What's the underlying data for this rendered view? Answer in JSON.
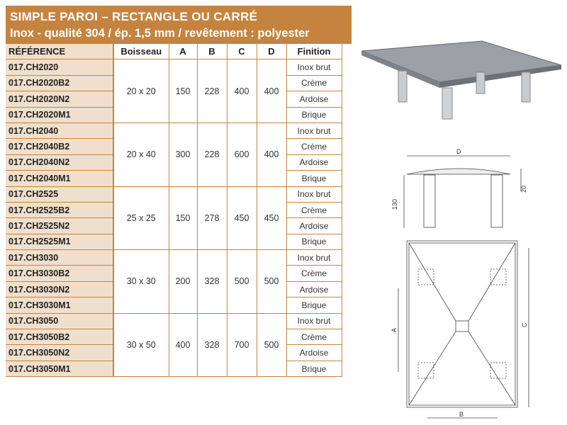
{
  "header": {
    "title": "SIMPLE PAROI – RECTANGLE OU CARRÉ",
    "subtitle": "Inox - qualité 304 / ép. 1,5 mm / revêtement : polyester"
  },
  "columns": [
    "RÉFÉRENCE",
    "Boisseau",
    "A",
    "B",
    "C",
    "D",
    "Finition"
  ],
  "groups": [
    {
      "refs": [
        "017.CH2020",
        "017.CH2020B2",
        "017.CH2020N2",
        "017.CH2020M1"
      ],
      "boisseau": "20 x 20",
      "A": "150",
      "B": "228",
      "C": "400",
      "D": "400"
    },
    {
      "refs": [
        "017.CH2040",
        "017.CH2040B2",
        "017.CH2040N2",
        "017.CH2040M1"
      ],
      "boisseau": "20 x 40",
      "A": "300",
      "B": "228",
      "C": "600",
      "D": "400"
    },
    {
      "refs": [
        "017.CH2525",
        "017.CH2525B2",
        "017.CH2525N2",
        "017.CH2525M1"
      ],
      "boisseau": "25 x 25",
      "A": "150",
      "B": "278",
      "C": "450",
      "D": "450"
    },
    {
      "refs": [
        "017.CH3030",
        "017.CH3030B2",
        "017.CH3030N2",
        "017.CH3030M1"
      ],
      "boisseau": "30 x 30",
      "A": "200",
      "B": "328",
      "C": "500",
      "D": "500"
    },
    {
      "refs": [
        "017.CH3050",
        "017.CH3050B2",
        "017.CH3050N2",
        "017.CH3050M1"
      ],
      "boisseau": "30 x 50",
      "A": "400",
      "B": "328",
      "C": "700",
      "D": "500"
    }
  ],
  "finitions": [
    "Inox brut",
    "Crème",
    "Ardoise",
    "Brique"
  ],
  "drawing": {
    "D": "D",
    "height": "130",
    "thickness": "20",
    "A": "A",
    "B": "B",
    "C": "C"
  },
  "colors": {
    "accent": "#c4843f",
    "ref_bg": "#f0dfcc"
  }
}
